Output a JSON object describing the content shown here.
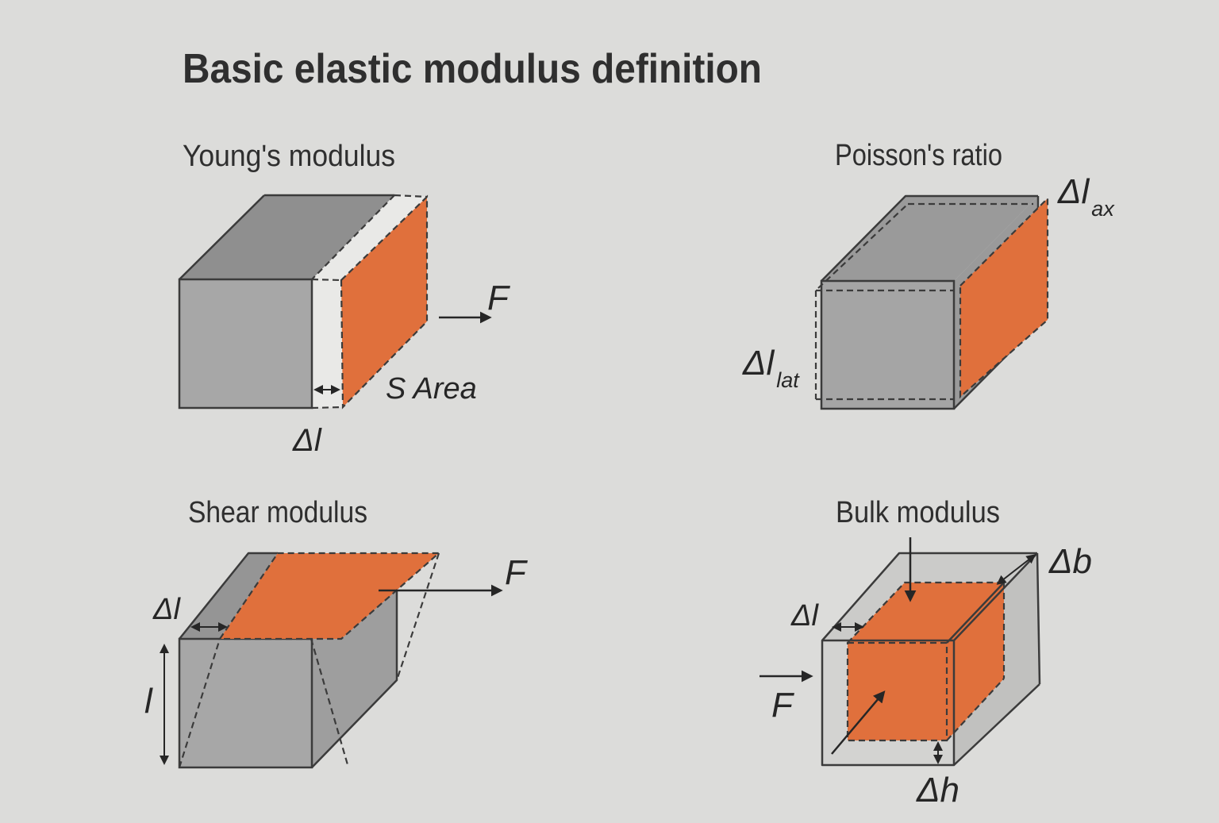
{
  "title": "Basic elastic modulus definition",
  "panels": {
    "youngs": {
      "title": "Young's modulus",
      "force_label": "F",
      "area_label": "S Area",
      "delta_l": "Δl"
    },
    "poisson": {
      "title": "Poisson's ratio",
      "delta_l_axial": "Δl",
      "axial_sub": "ax",
      "delta_l_lateral": "Δl",
      "lateral_sub": "lat"
    },
    "shear": {
      "title": "Shear modulus",
      "force_label": "F",
      "delta_l": "Δl",
      "length_label": "l"
    },
    "bulk": {
      "title": "Bulk modulus",
      "force_label": "F",
      "delta_l": "Δl",
      "delta_b": "Δb",
      "delta_h": "Δh"
    }
  },
  "colors": {
    "background": "#dcdcda",
    "box_front_gray": "#a7a7a7",
    "box_top_gray": "#8f8f8f",
    "box_side_gray": "#9a9a9a",
    "bulk_box_light": "#d3d3d1",
    "gap_white": "#e9e9e7",
    "highlight_orange": "#e0703c",
    "line": "#3b3b3b",
    "text": "#2d2d2d"
  }
}
